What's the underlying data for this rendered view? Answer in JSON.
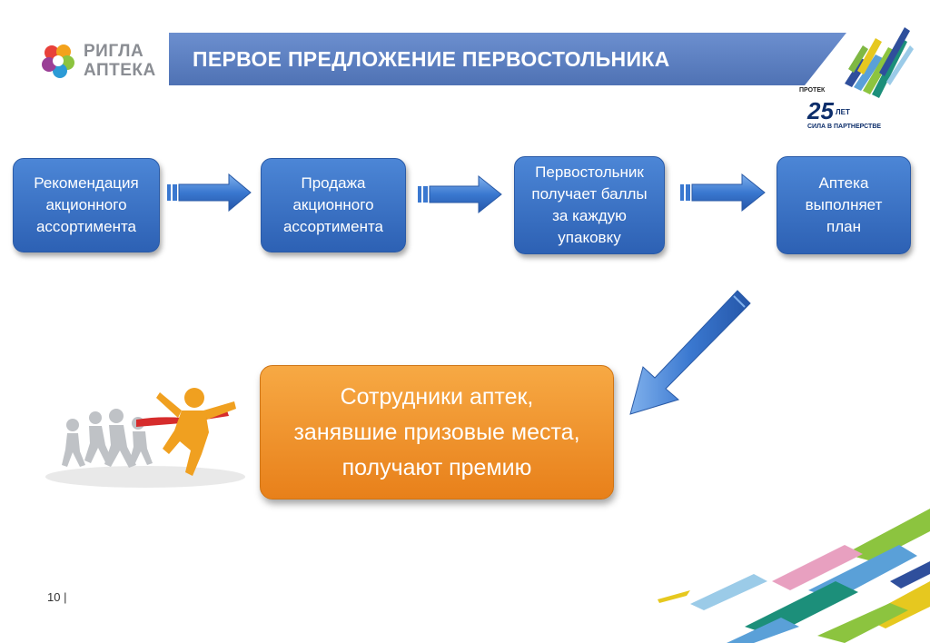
{
  "header": {
    "logo_line1": "РИГЛА",
    "logo_line2": "АПТЕКА",
    "title": "ПЕРВОЕ ПРЕДЛОЖЕНИЕ ПЕРВОСТОЛЬНИКА"
  },
  "partner_logo": {
    "name": "ПРОТЕК",
    "anniversary": "25",
    "years_suffix": "ЛЕТ",
    "slogan": "СИЛА В ПАРТНЕРСТВЕ"
  },
  "flow": {
    "steps": [
      {
        "text": "Рекомендация\nакционного\nассортимента"
      },
      {
        "text": "Продажа\nакционного\nассортимента"
      },
      {
        "text": "Первостольник\nполучает баллы\nза каждую\nупаковку"
      },
      {
        "text": "Аптека\nвыполняет\nплан"
      }
    ],
    "result": "Сотрудники аптек,\nзанявшие призовые места,\nполучают премию"
  },
  "footer": {
    "page_number": "10 |"
  },
  "colors": {
    "title_bar": "#5b7fc0",
    "step_box": "#3a72c6",
    "result_box": "#f0921f",
    "arrow": "#3a78d0"
  }
}
